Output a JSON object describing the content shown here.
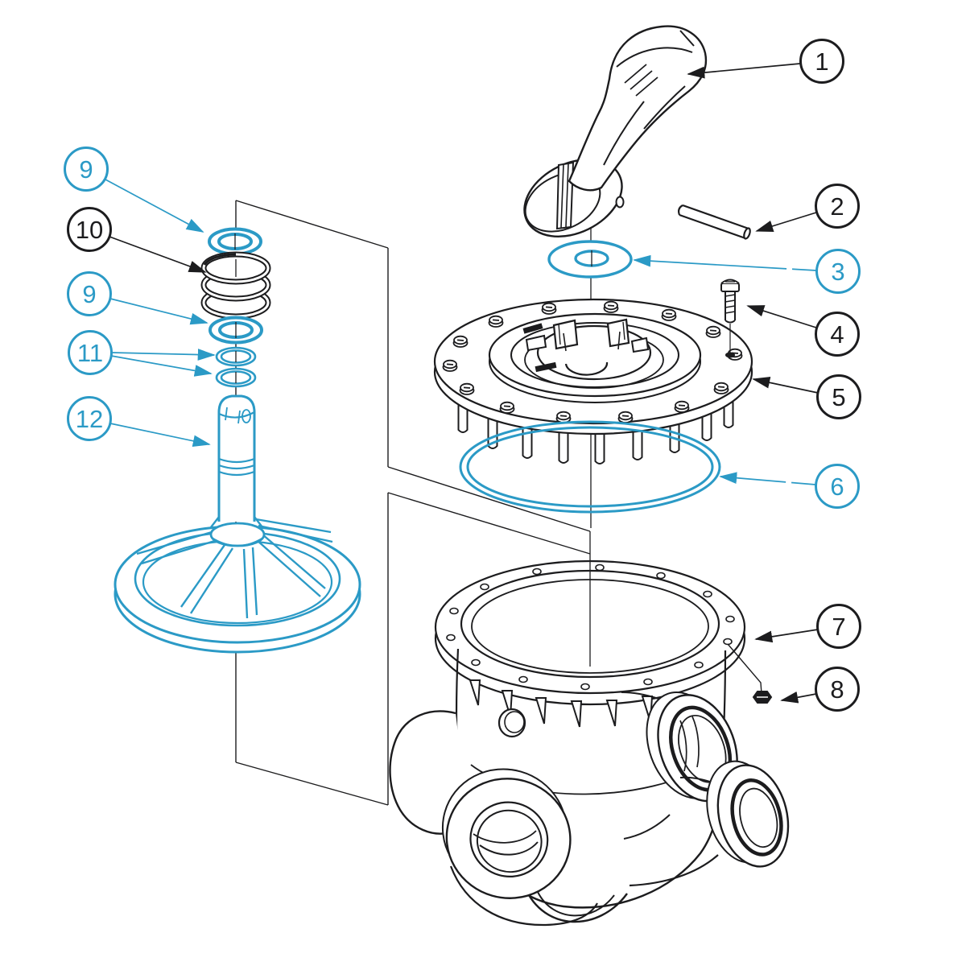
{
  "diagram": {
    "background_color": "#ffffff",
    "ink_color": "#1c1c1e",
    "accent_color": "#2B9AC6",
    "highlight_style": "cyan parts and callouts mark wear/seal components",
    "cover_bolt_count": 14,
    "body_flange_hole_count": 14,
    "cover_stud_count": 9,
    "body_port_count": 5,
    "callouts": [
      {
        "number": "1",
        "style": "ink",
        "part": "handle"
      },
      {
        "number": "2",
        "style": "ink",
        "part": "handle-pin"
      },
      {
        "number": "3",
        "style": "accent",
        "part": "handle-washer"
      },
      {
        "number": "4",
        "style": "ink",
        "part": "cover-screw"
      },
      {
        "number": "5",
        "style": "ink",
        "part": "valve-cover"
      },
      {
        "number": "6",
        "style": "accent",
        "part": "cover-o-ring"
      },
      {
        "number": "7",
        "style": "ink",
        "part": "valve-body"
      },
      {
        "number": "8",
        "style": "ink",
        "part": "hex-nut"
      },
      {
        "number": "9",
        "style": "accent",
        "part": "stem-o-ring-upper"
      },
      {
        "number": "10",
        "style": "ink",
        "part": "stem-spring"
      },
      {
        "number": "9",
        "style": "accent",
        "part": "stem-o-ring-lower"
      },
      {
        "number": "11",
        "style": "accent",
        "part": "stem-washers"
      },
      {
        "number": "12",
        "style": "accent",
        "part": "diverter-assembly"
      }
    ]
  }
}
